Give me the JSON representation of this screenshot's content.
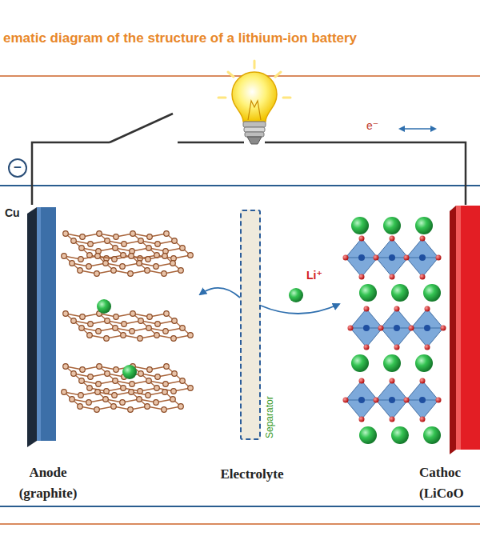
{
  "diagram": {
    "title": "ematic diagram of the structure of a lithium-ion battery",
    "nodes": [
      {
        "text": [
          "Cu",
          "Anode (graphite)"
        ]
      },
      {
        "text": [
          "Separator"
        ]
      },
      {
        "text": [
          "Cathoc (LiCoO"
        ]
      }
    ],
    "edges": [
      {
        "from": 1,
        "to": 0,
        "arrow": "to"
      },
      {
        "from": 1,
        "to": 2,
        "label": "Li⁺",
        "arrow": "to"
      }
    ],
    "labels": [
      "−",
      "e⁻",
      "Electrolyte"
    ]
  }
}
